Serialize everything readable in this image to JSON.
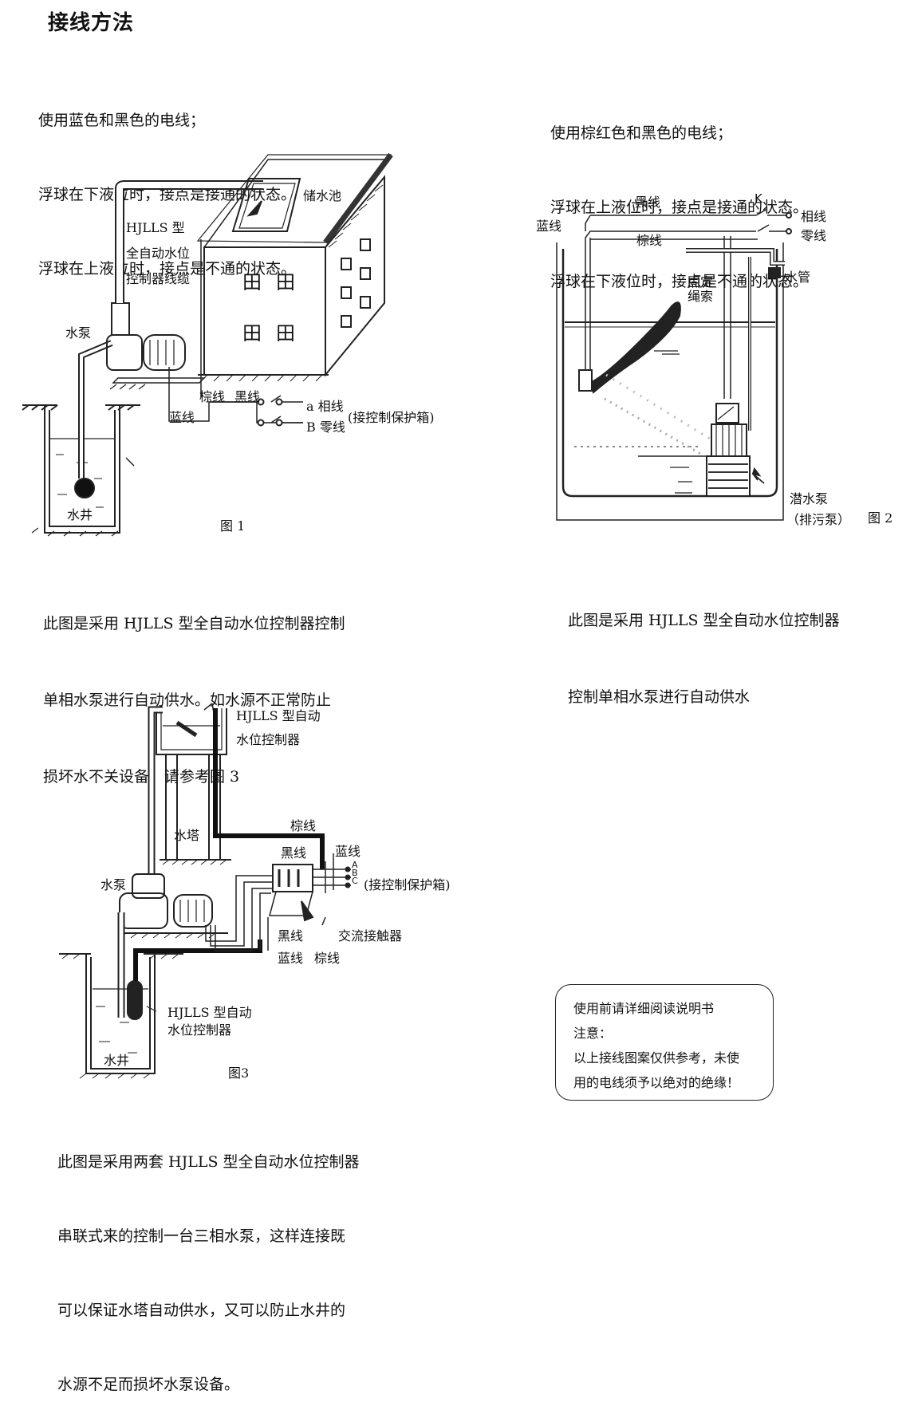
{
  "title": "接线方法",
  "section1": {
    "intro": [
      "使用蓝色和黑色的电线；",
      "浮球在下液位时，接点是接通的状态。",
      "浮球在上液位时，接点是不通的状态。"
    ],
    "figure": {
      "caption": "图 1",
      "labels": {
        "tank": "储水池",
        "cable_line1": "HJLLS 型",
        "cable_line2": "全自动水位",
        "cable_line3": "控制器线缆",
        "pump": "水泵",
        "well": "水井",
        "brown": "棕线",
        "black": "黑线",
        "blue": "蓝线",
        "phase": "a 相线",
        "neutral": "B 零线",
        "protect": "(接控制保护箱)",
        "window": "田"
      }
    },
    "description": [
      "此图是采用 HJLLS 型全自动水位控制器控制",
      "单相水泵进行自动供水。如水源不正常防止",
      "损坏水不关设备，请参考图 3"
    ]
  },
  "section2": {
    "intro": [
      "使用棕红色和黑色的电线；",
      "浮球在上液位时，接点是接通的状态。",
      "浮球在下液位时，接点是不通的状态。"
    ],
    "figure": {
      "caption": "图 2",
      "labels": {
        "black": "黑线",
        "blue": "蓝线",
        "brown": "棕线",
        "switch": "K",
        "phase": "相线",
        "neutral": "零线",
        "pipe": "水管",
        "rope_line1": "固定",
        "rope_line2": "绳索",
        "pump_line1": "潜水泵",
        "pump_line2": "（排污泵）"
      }
    },
    "description": [
      "此图是采用 HJLLS 型全自动水位控制器",
      "控制单相水泵进行自动供水"
    ]
  },
  "section3": {
    "figure": {
      "caption": "图3",
      "labels": {
        "ctrl_top_line1": "HJLLS 型自动",
        "ctrl_top_line2": "水位控制器",
        "tower": "水塔",
        "pump": "水泵",
        "brown_top": "棕线",
        "black_top": "黑线",
        "blue_top": "蓝线",
        "terminal_a": "A",
        "terminal_b": "B",
        "terminal_c": "C",
        "protect": "(接控制保护箱)",
        "black_bottom": "黑线",
        "contactor": "交流接触器",
        "blue_bottom": "蓝线",
        "brown_bottom": "棕线",
        "ctrl_bottom_line1": "HJLLS 型自动",
        "ctrl_bottom_line2": "水位控制器",
        "well": "水井"
      }
    },
    "description": [
      "此图是采用两套 HJLLS 型全自动水位控制器",
      "串联式来的控制一台三相水泵，这样连接既",
      "可以保证水塔自动供水，又可以防止水井的",
      "水源不足而损坏水泵设备。"
    ]
  },
  "notice": {
    "line1": "使用前请详细阅读说明书",
    "line2": "注意：",
    "line3": "以上接线图案仅供参考，未使",
    "line4": "用的电线须予以绝对的绝缘！"
  }
}
